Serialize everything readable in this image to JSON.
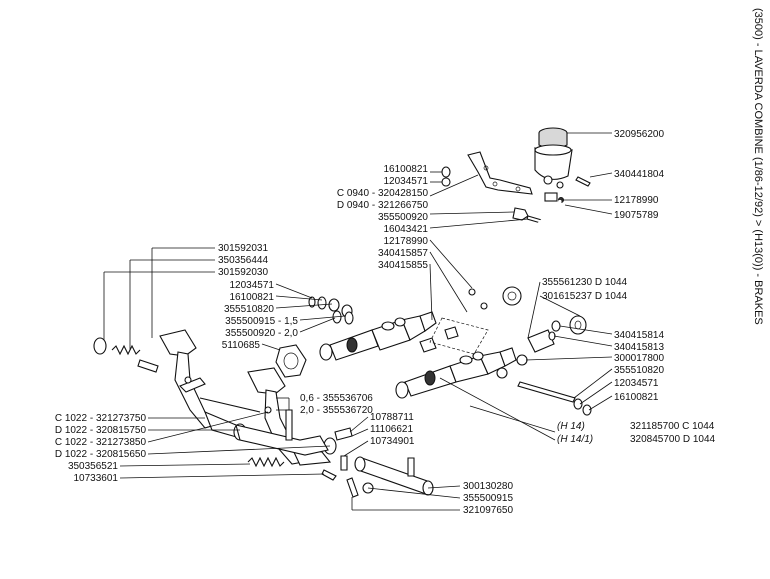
{
  "title": "(3500) - LAVERDA COMBINE (1/86-12/92) > (H13(0)) - BRAKES",
  "labels": {
    "l320956200": "320956200",
    "l340441804": "340441804",
    "l12178990a": "12178990",
    "l19075789": "19075789",
    "l16100821a": "16100821",
    "l12034571a": "12034571",
    "lc0940": "C 0940 - 320428150",
    "ld0940": "D 0940 - 321266750",
    "l355500920a": "355500920",
    "l16043421": "16043421",
    "l12178990b": "12178990",
    "l340415857": "340415857",
    "l340415855": "340415855",
    "l301592031": "301592031",
    "l350356444": "350356444",
    "l301592030": "301592030",
    "l12034571b": "12034571",
    "l16100821b": "16100821",
    "l355510820a": "355510820",
    "l355500915a": "355500915 - 1,5",
    "l355500920b": "355500920 - 2,0",
    "l5110685": "5110685",
    "l355561230": "355561230 D 1044",
    "l301615237": "301615237 D 1044",
    "l340415814": "340415814",
    "l340415813": "340415813",
    "l300017800": "300017800",
    "l355510820b": "355510820",
    "l12034571c": "12034571",
    "l16100821c": "16100821",
    "lshim06": "0,6 - 355536706",
    "lshim20": "2,0 - 355536720",
    "l10788711": "10788711",
    "l11106621": "11106621",
    "l10734901": "10734901",
    "lh14": "(H 14)",
    "lh14c": "321185700 C 1044",
    "lh141": "(H 14/1)",
    "lh141d": "320845700 D 1044",
    "lc1022a": "C 1022 - 321273750",
    "ld1022a": "D 1022 - 320815750",
    "lc1022b": "C 1022 - 321273850",
    "ld1022b": "D 1022 - 320815650",
    "l350356521": "350356521",
    "l10733601": "10733601",
    "l300130280": "300130280",
    "l355500915b": "355500915",
    "l321097650": "321097650"
  }
}
